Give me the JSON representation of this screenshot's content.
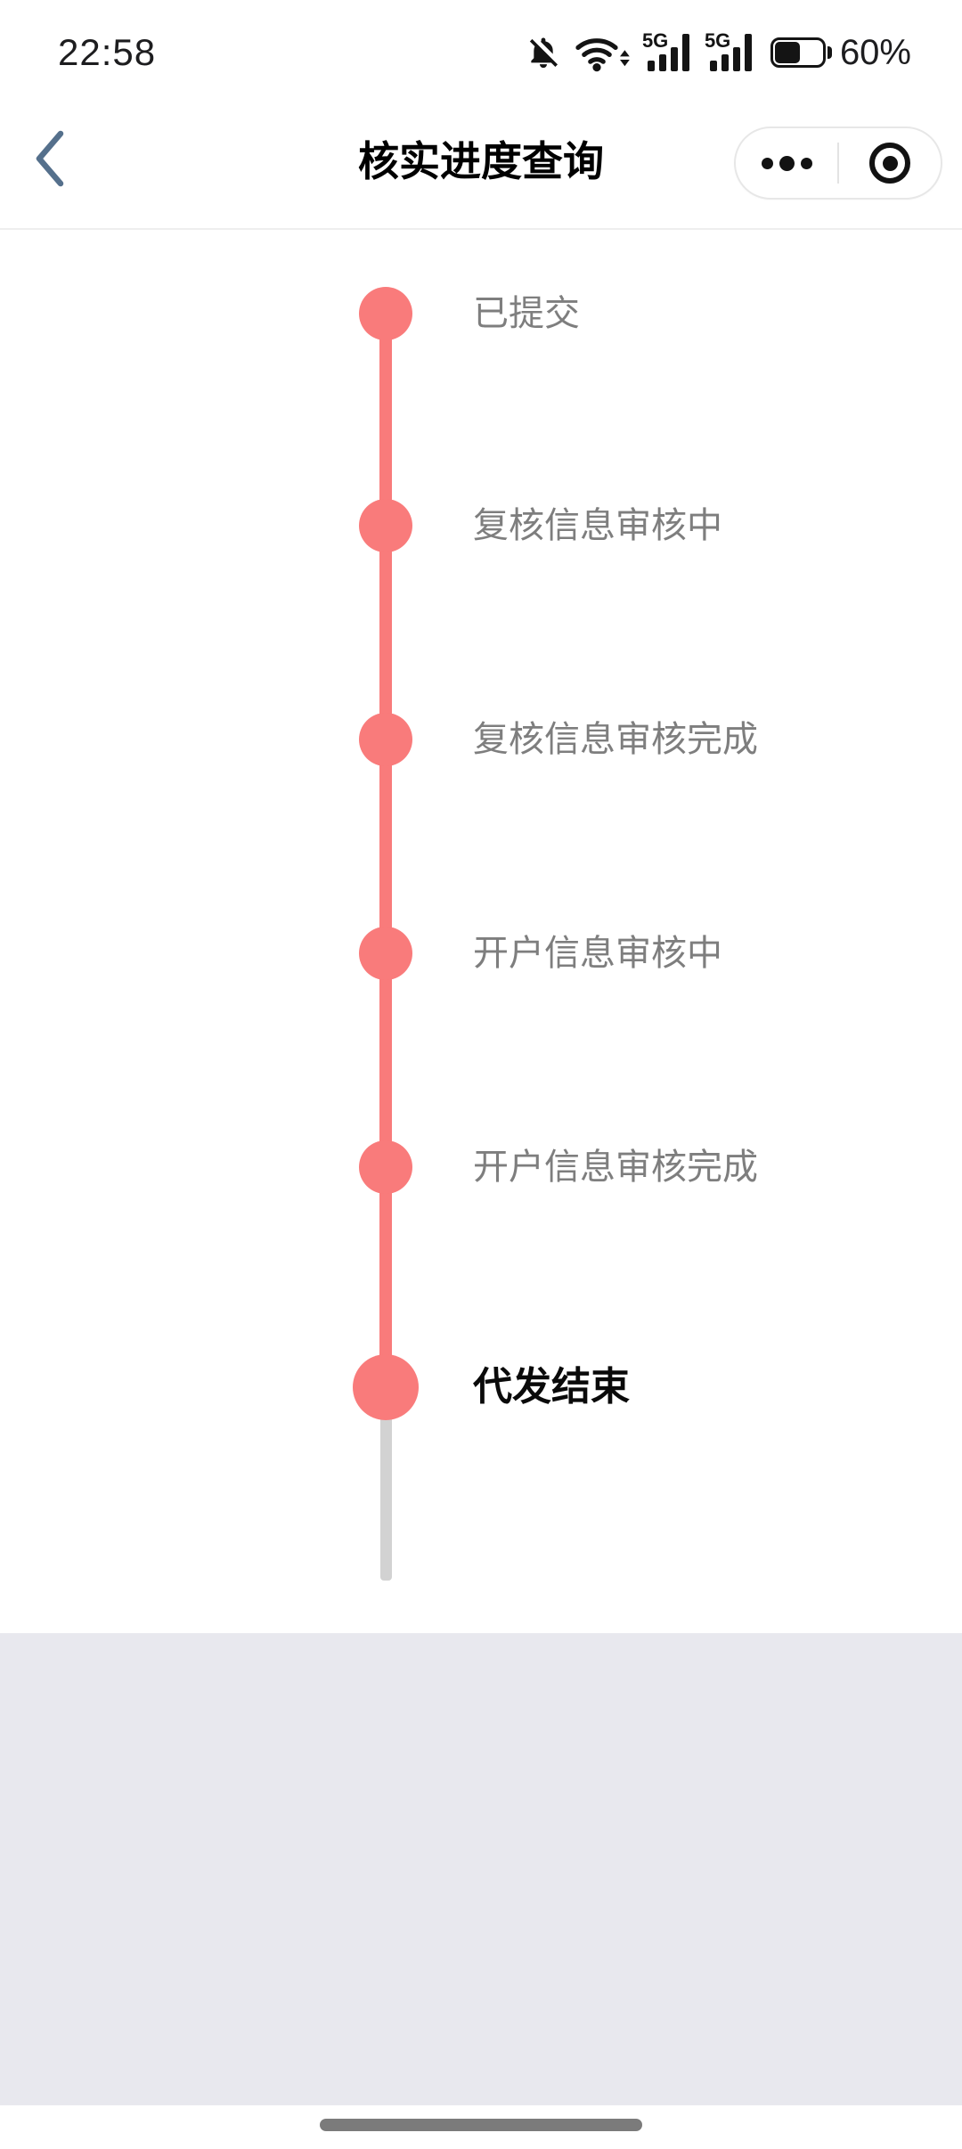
{
  "status_bar": {
    "time": "22:58",
    "network_badge": "5G",
    "battery_percent": "60%",
    "battery_level": 0.58,
    "icons": [
      "notifications-off",
      "wifi",
      "signal-5g-sim1",
      "signal-5g-sim2",
      "battery"
    ]
  },
  "nav": {
    "title": "核实进度查询",
    "back_icon": "chevron-left",
    "capsule": {
      "more_icon": "more-dots",
      "exit_icon": "target-circle"
    }
  },
  "timeline": {
    "items": [
      {
        "label": "已提交",
        "emphasized": false
      },
      {
        "label": "复核信息审核中",
        "emphasized": false
      },
      {
        "label": "复核信息审核完成",
        "emphasized": false
      },
      {
        "label": "开户信息审核中",
        "emphasized": false
      },
      {
        "label": "开户信息审核完成",
        "emphasized": false
      },
      {
        "label": "代发结束",
        "emphasized": true
      }
    ]
  },
  "colors": {
    "accent_pink": "#F97B7B",
    "inactive_gray": "#D2D2D2",
    "label_gray": "#7E7E7E",
    "panel_gray": "#E8E8EE",
    "chevron_blue": "#55708C",
    "home_bar": "#7B7B7B"
  }
}
